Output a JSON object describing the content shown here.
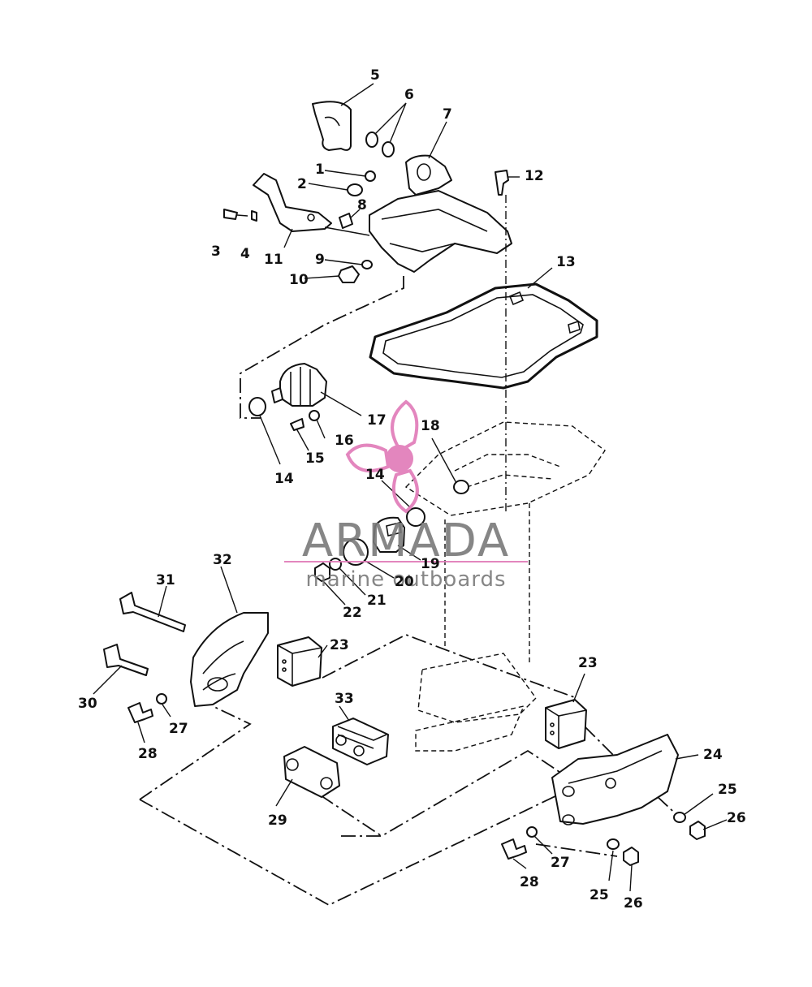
{
  "watermark": {
    "brand": "ARMADA",
    "tagline": "marine outboards",
    "accent_color": "#e07ab8",
    "text_color": "#7a7a7a",
    "icon": "propeller-icon"
  },
  "callouts": {
    "c1": "1",
    "c2": "2",
    "c3": "3",
    "c4": "4",
    "c5": "5",
    "c6": "6",
    "c7": "7",
    "c8": "8",
    "c9": "9",
    "c10": "10",
    "c11": "11",
    "c12": "12",
    "c13": "13",
    "c14a": "14",
    "c14b": "14",
    "c15": "15",
    "c16": "16",
    "c17": "17",
    "c18": "18",
    "c19": "19",
    "c20": "20",
    "c21": "21",
    "c22": "22",
    "c23a": "23",
    "c23b": "23",
    "c24": "24",
    "c25a": "25",
    "c25b": "25",
    "c26a": "26",
    "c26b": "26",
    "c27a": "27",
    "c27b": "27",
    "c28a": "28",
    "c28b": "28",
    "c29": "29",
    "c30": "30",
    "c31": "31",
    "c32": "32",
    "c33": "33"
  }
}
